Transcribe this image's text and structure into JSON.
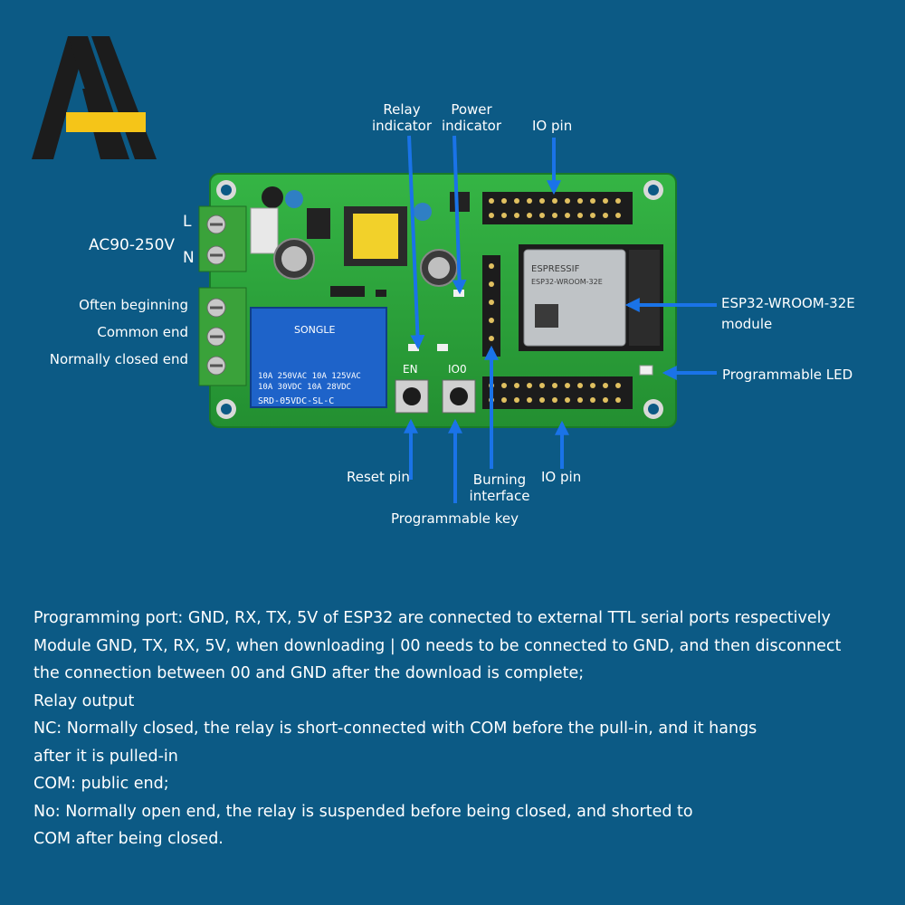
{
  "colors": {
    "background": "#0c5a85",
    "pcb": "#2aa63a",
    "arrow": "#1a73e8",
    "relay": "#1e63c9",
    "logo_yellow": "#f5c518",
    "logo_dark": "#1c1c1c"
  },
  "board_text": {
    "relay_brand": "SONGLE",
    "relay_line1": "10A 250VAC  10A 125VAC",
    "relay_line2": "10A  30VDC  10A  28VDC",
    "relay_model": "SRD-05VDC-SL-C",
    "btn_en": "EN",
    "btn_io0": "IO0",
    "module_brand": "ESPRESSIF",
    "module_name": "ESP32-WROOM-32E"
  },
  "labels": {
    "L": "L",
    "N": "N",
    "ac": "AC90-250V",
    "often_beginning": "Often beginning",
    "common_end": "Common end",
    "normally_closed_end": "Normally closed end",
    "relay_ind_1": "Relay",
    "relay_ind_2": "indicator",
    "power_ind_1": "Power",
    "power_ind_2": "indicator",
    "io_pin_top": "IO pin",
    "esp_1": "ESP32-WROOM-32E",
    "esp_2": "module",
    "prog_led": "Programmable LED",
    "reset_pin": "Reset pin",
    "burn_1": "Burning",
    "burn_2": "interface",
    "io_pin_bottom": "IO pin",
    "prog_key": "Programmable key"
  },
  "description": [
    "Programming port: GND, RX, TX, 5V of ESP32 are connected to external TTL serial ports respectively",
    "Module GND, TX, RX, 5V, when downloading | 00 needs to be connected to GND, and then disconnect",
    "the connection between 00 and GND after the download is complete;",
    "Relay output",
    "NC: Normally closed, the relay is short-connected with COM before the pull-in, and it hangs",
    "after it is pulled-in",
    "COM: public end;",
    "No: Normally open end, the relay is suspended before being closed, and shorted to",
    "COM after being closed."
  ]
}
